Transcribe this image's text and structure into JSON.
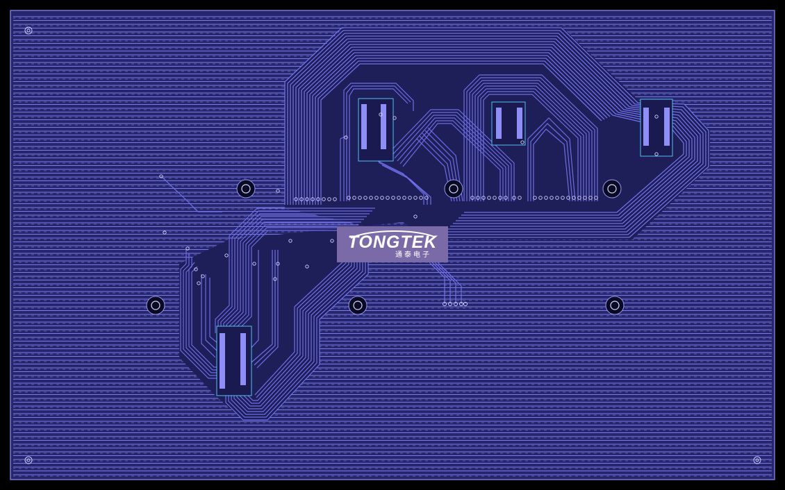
{
  "board_view": {
    "layer": "signal-layer",
    "colors": {
      "background": "#000000",
      "board_fill": "#2a2a78",
      "copper_line": "#8c8cf0",
      "trace": "#6a6ae8",
      "trace_bright": "#9a9aff",
      "pad_cyan": "#5ad2ff",
      "logo_fill": "#7b6aa8"
    }
  },
  "logo": {
    "brand": "TONGTEK",
    "subtitle": "通泰电子"
  }
}
